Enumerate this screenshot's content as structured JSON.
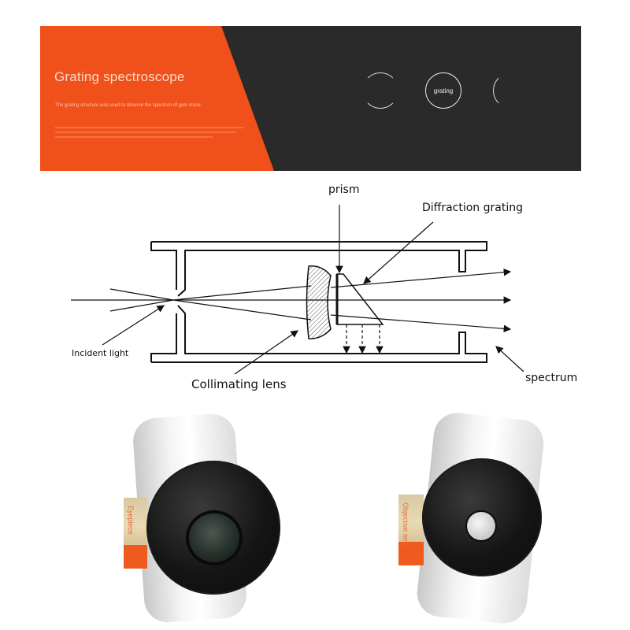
{
  "banner": {
    "title": "Grating spectroscope",
    "subtitle": "The grating structure was used to observe the spectrum of gem stone",
    "ring_label": "grating",
    "colors": {
      "orange": "#f0501a",
      "dark": "#2a2a2a"
    }
  },
  "diagram": {
    "labels": {
      "prism": "prism",
      "diffraction_grating": "Diffraction grating",
      "incident_light": "Incident light",
      "collimating_lens": "Collimating lens",
      "spectrum": "spectrum"
    }
  },
  "photos": {
    "left": {
      "label": "Eyepiece"
    },
    "right": {
      "label": "Objective lens"
    }
  }
}
